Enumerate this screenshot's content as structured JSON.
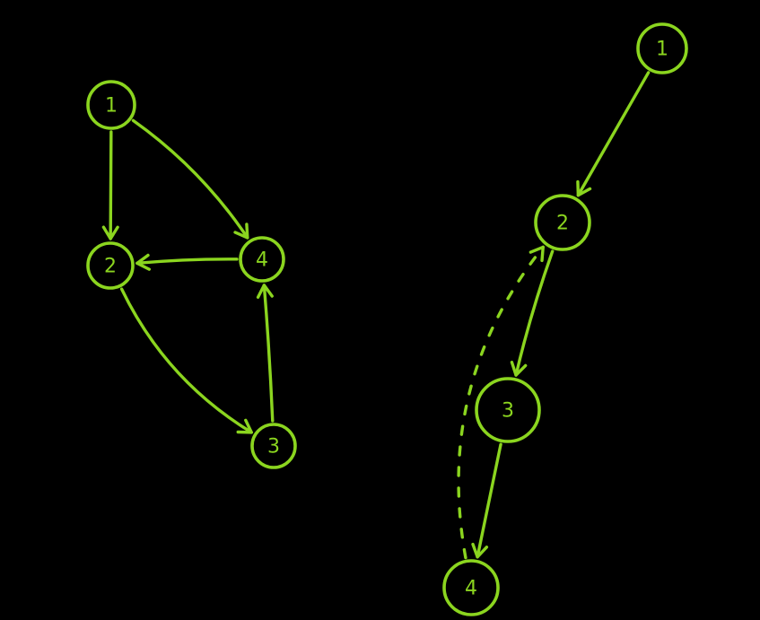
{
  "colors": {
    "background": "#000000",
    "ink": "#8bd51f"
  },
  "graphs": [
    {
      "id": "left-graph",
      "nodes": [
        {
          "id": "1",
          "label": "1"
        },
        {
          "id": "2",
          "label": "2"
        },
        {
          "id": "4",
          "label": "4"
        },
        {
          "id": "3",
          "label": "3"
        }
      ],
      "edges": [
        {
          "from": "1",
          "to": "2",
          "style": "solid"
        },
        {
          "from": "1",
          "to": "4",
          "style": "solid"
        },
        {
          "from": "4",
          "to": "2",
          "style": "solid"
        },
        {
          "from": "2",
          "to": "3",
          "style": "solid"
        },
        {
          "from": "3",
          "to": "4",
          "style": "solid"
        }
      ]
    },
    {
      "id": "right-tree",
      "nodes": [
        {
          "id": "1",
          "label": "1"
        },
        {
          "id": "2",
          "label": "2"
        },
        {
          "id": "3",
          "label": "3"
        },
        {
          "id": "4",
          "label": "4"
        }
      ],
      "edges": [
        {
          "from": "1",
          "to": "2",
          "style": "solid"
        },
        {
          "from": "2",
          "to": "3",
          "style": "solid"
        },
        {
          "from": "3",
          "to": "4",
          "style": "solid"
        },
        {
          "from": "4",
          "to": "2",
          "style": "dashed"
        }
      ]
    }
  ]
}
